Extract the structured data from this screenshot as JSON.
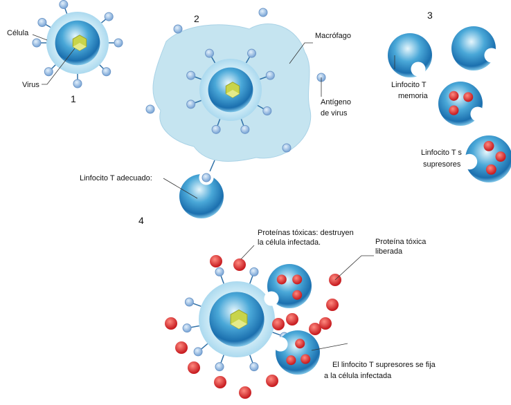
{
  "steps": {
    "s1": "1",
    "s2": "2",
    "s3": "3",
    "s4": "4"
  },
  "labels": {
    "cell": "Célula",
    "virus": "Virus",
    "macrophage": "Macrófago",
    "antigen_1": "Antígeno",
    "antigen_2": "de virus",
    "adequate_t": "Linfocito T adecuado:",
    "memory_t_1": "Linfocito T",
    "memory_t_2": "memoria",
    "suppressor_t_1": "Linfocito T s",
    "suppressor_t_2": "supresores",
    "toxic_1": "Proteínas tóxicas: destruyen",
    "toxic_2": "la célula infectada.",
    "released_1": "Proteína tóxica",
    "released_2": "liberada",
    "binds_1": "El linfocito T supresores se fija",
    "binds_2": "a la célula infectada"
  },
  "colors": {
    "cell": "#2a86c4",
    "cell_light": "#bfe3f5",
    "virus": "#c8d44a",
    "antigen": "#9ec3ea",
    "toxin": "#d9262a",
    "macrophage": "#c5e4f0"
  }
}
